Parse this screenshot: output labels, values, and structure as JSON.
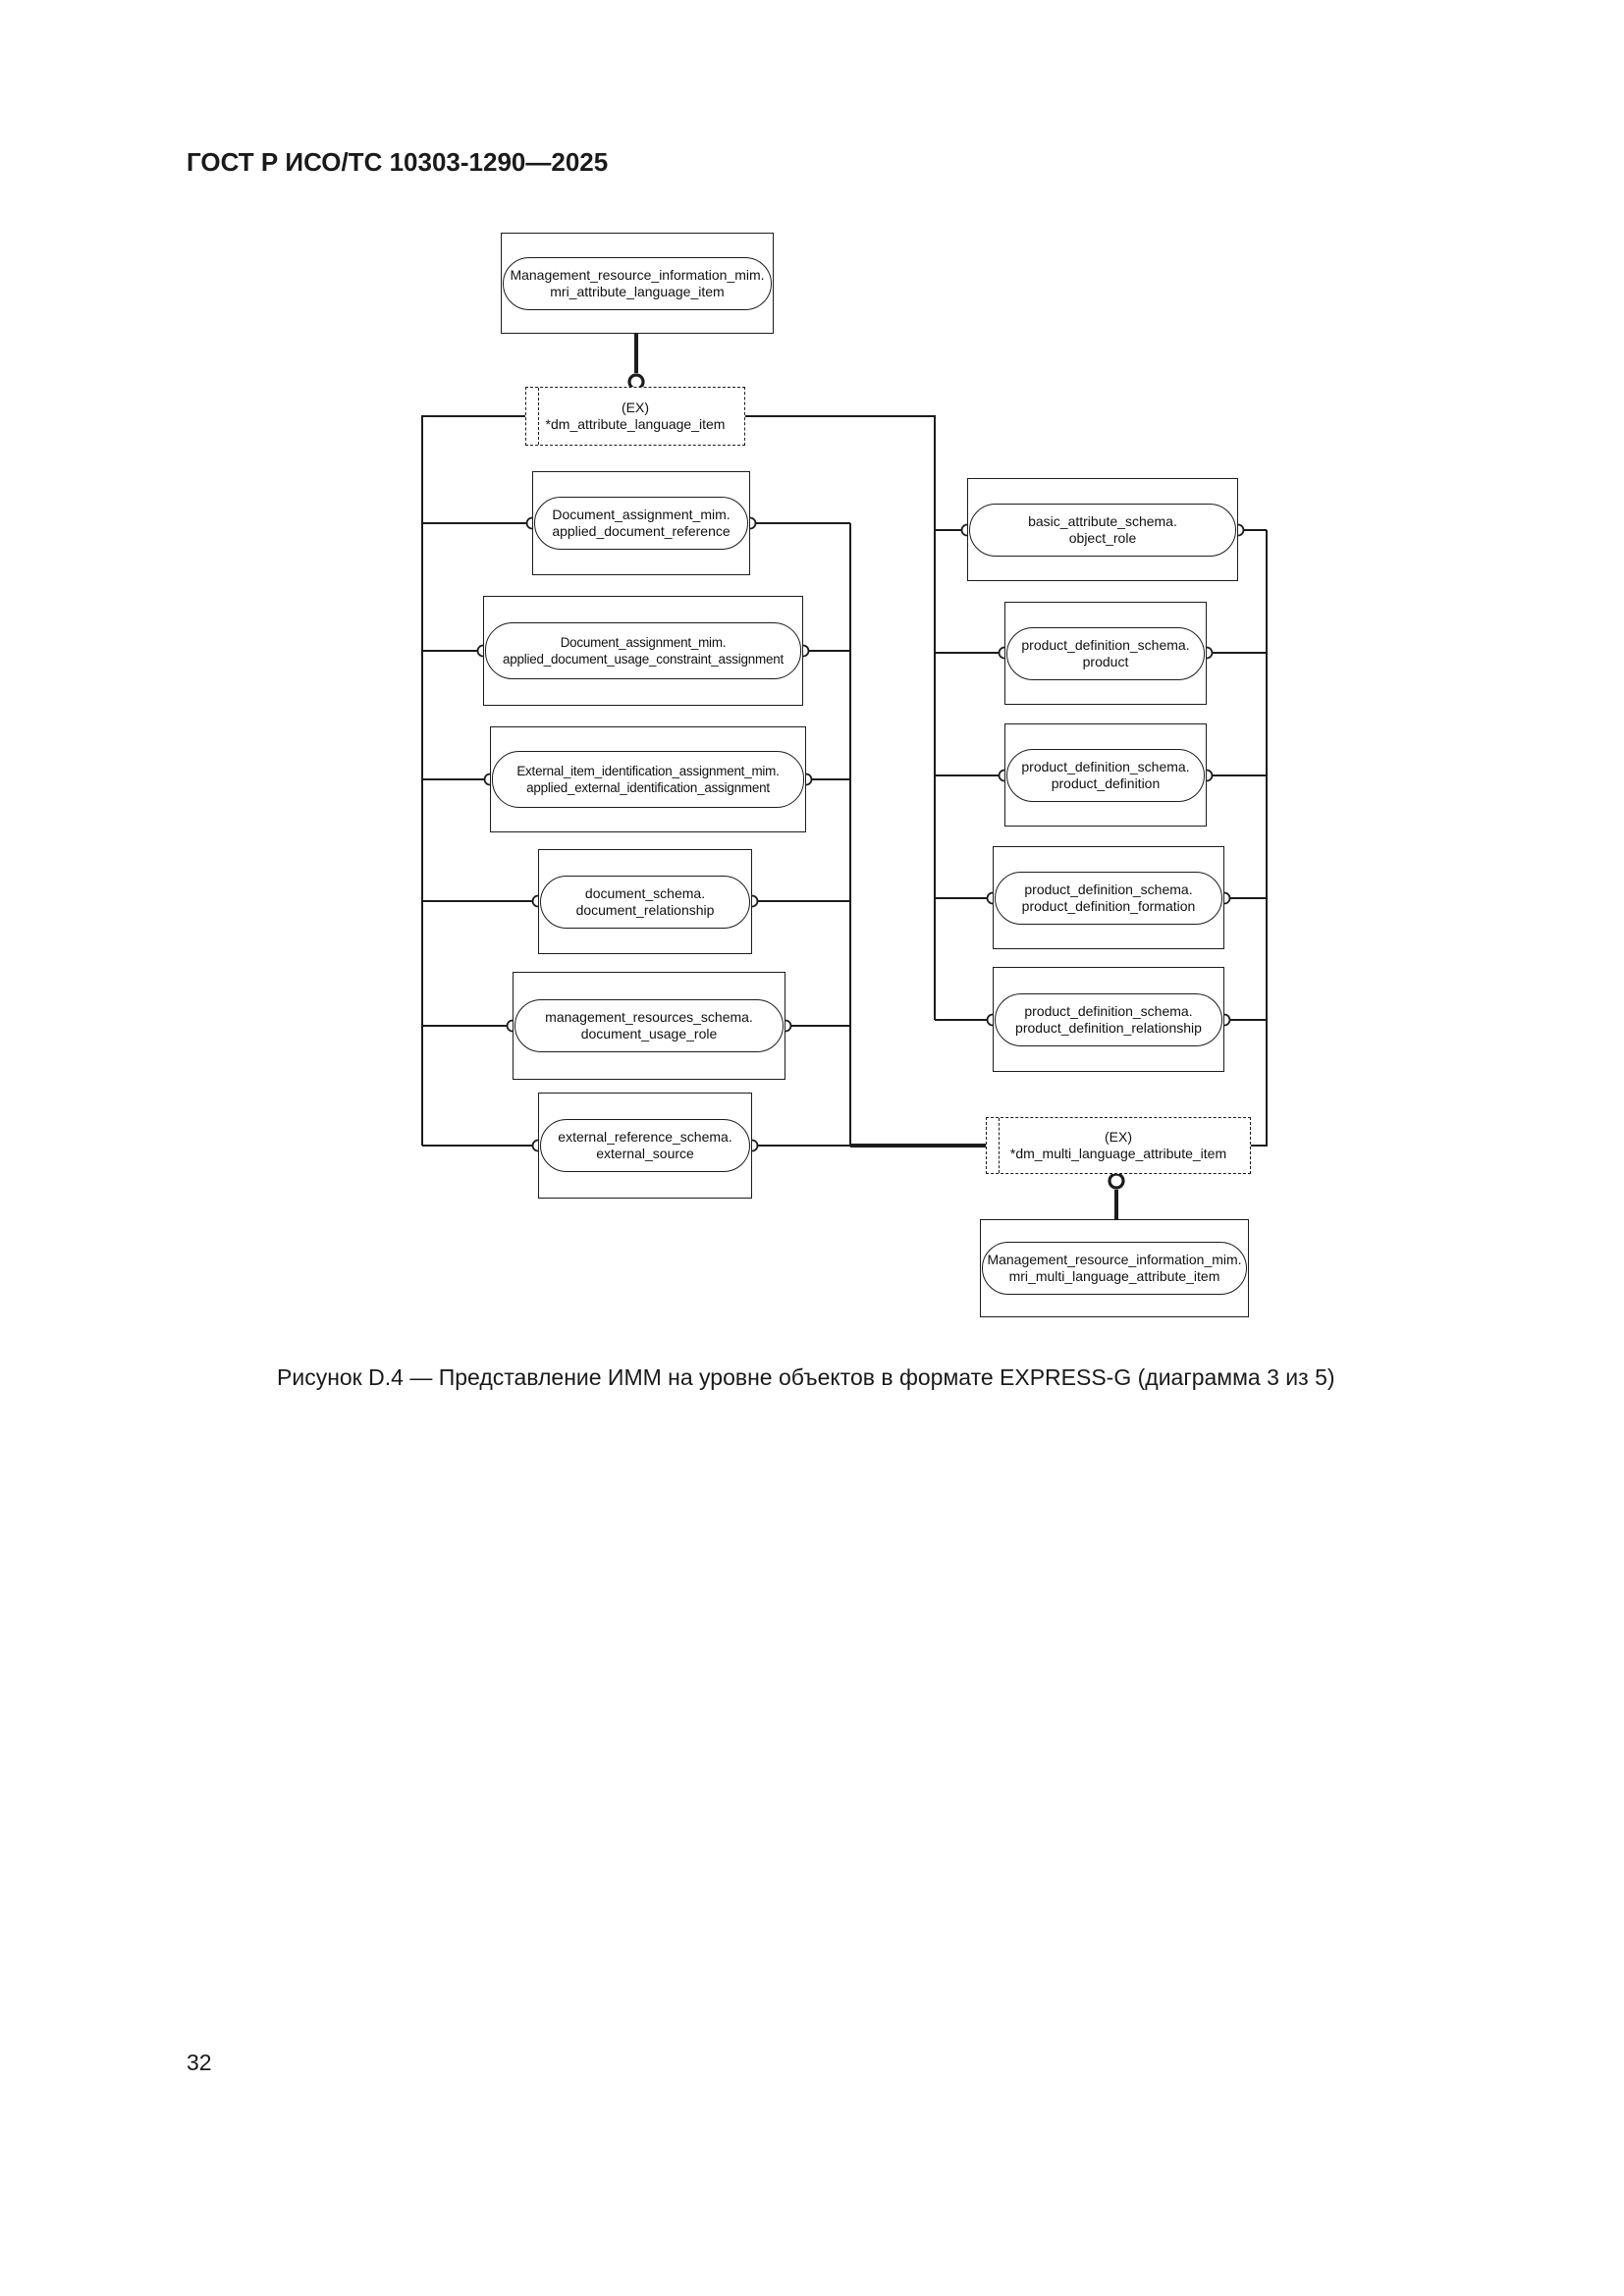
{
  "page": {
    "header": "ГОСТ Р ИСО/ТС 10303-1290—2025",
    "caption": "Рисунок D.4 — Представление ИММ на уровне объектов в формате EXPRESS-G (диаграмма 3 из 5)",
    "page_number": "32"
  },
  "diagram": {
    "type": "express-g-entity-level",
    "colors": {
      "line": "#1c1c1c",
      "background": "#ffffff",
      "text": "#111111"
    },
    "top_entity": {
      "line1": "Management_resource_information_mim.",
      "line2": "mri_attribute_language_item"
    },
    "ex_attribute": {
      "tag": "(EX)",
      "name": "*dm_attribute_language_item"
    },
    "left_entities": [
      {
        "line1": "Document_assignment_mim.",
        "line2": "applied_document_reference"
      },
      {
        "line1": "Document_assignment_mim.",
        "line2": "applied_document_usage_constraint_assignment"
      },
      {
        "line1": "External_item_identification_assignment_mim.",
        "line2": "applied_external_identification_assignment"
      },
      {
        "line1": "document_schema.",
        "line2": "document_relationship"
      },
      {
        "line1": "management_resources_schema.",
        "line2": "document_usage_role"
      },
      {
        "line1": "external_reference_schema.",
        "line2": "external_source"
      }
    ],
    "right_entities": [
      {
        "line1": "basic_attribute_schema.",
        "line2": "object_role"
      },
      {
        "line1": "product_definition_schema.",
        "line2": "product"
      },
      {
        "line1": "product_definition_schema.",
        "line2": "product_definition"
      },
      {
        "line1": "product_definition_schema.",
        "line2": "product_definition_formation"
      },
      {
        "line1": "product_definition_schema.",
        "line2": "product_definition_relationship"
      }
    ],
    "ex_multi": {
      "tag": "(EX)",
      "name": "*dm_multi_language_attribute_item"
    },
    "bottom_entity": {
      "line1": "Management_resource_information_mim.",
      "line2": "mri_multi_language_attribute_item"
    }
  }
}
